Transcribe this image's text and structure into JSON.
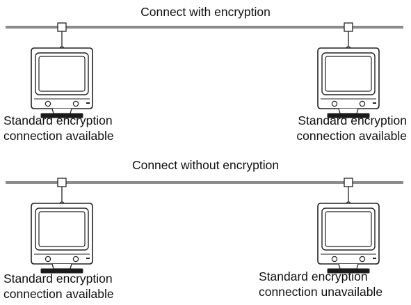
{
  "top": {
    "title": "Connect with encryption",
    "left_caption": [
      "Standard encryption",
      "connection available"
    ],
    "right_caption": [
      "Standard encryption",
      "connection available"
    ]
  },
  "bottom": {
    "title": "Connect without encryption",
    "left_caption": [
      "Standard encryption",
      "connection available"
    ],
    "right_caption": [
      "Standard encryption",
      "connection unavailable"
    ]
  },
  "colors": {
    "bus": "#8c8c8c",
    "outline": "#222222",
    "screen_fill": "#ffffff"
  },
  "icons": {
    "device": "crt-monitor-icon",
    "junction": "network-junction-box-icon"
  }
}
